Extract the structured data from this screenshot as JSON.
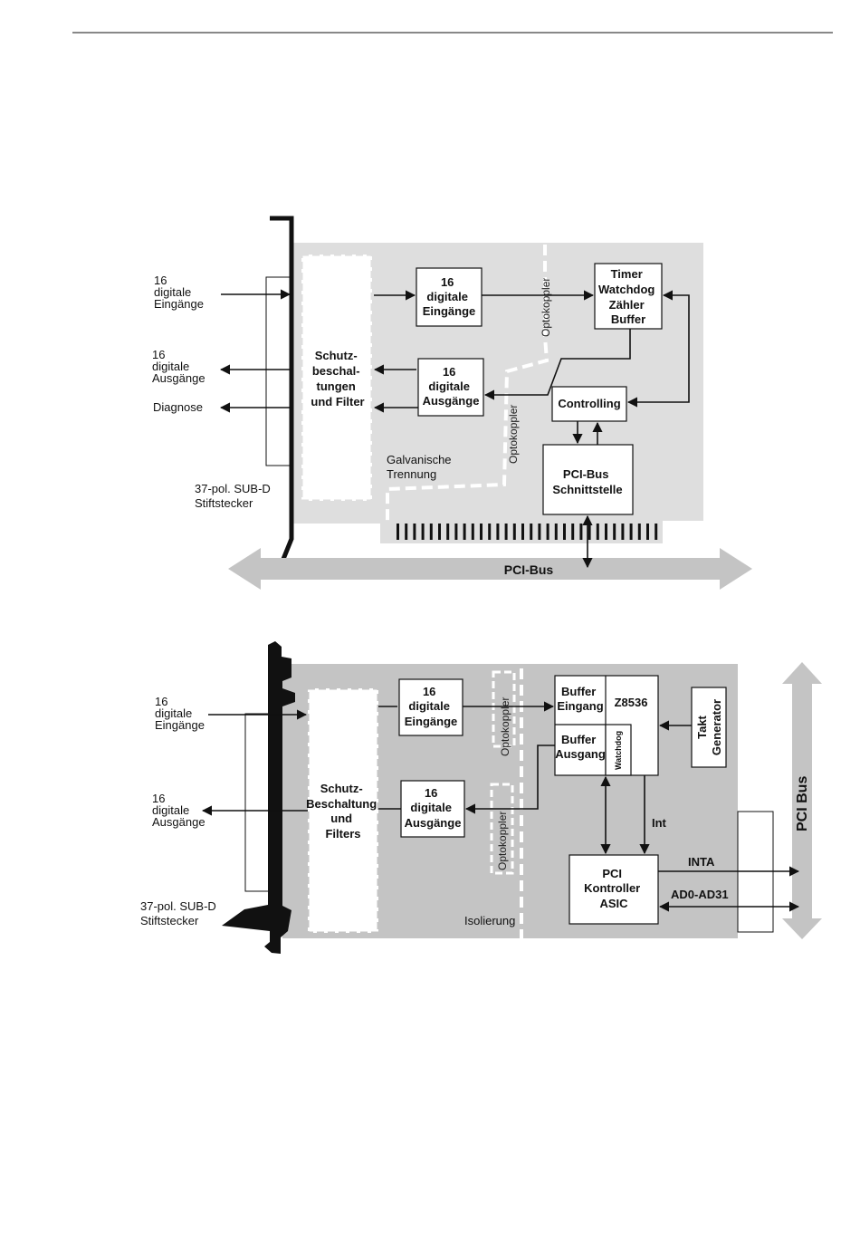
{
  "diagram1": {
    "inputs_label": [
      "16",
      "digitale",
      "Eingänge"
    ],
    "outputs_label": [
      "16",
      "digitale",
      "Ausgänge"
    ],
    "diagnose_label": "Diagnose",
    "connector_label": [
      "37-pol. SUB-D",
      "Stiftstecker"
    ],
    "protection_block": [
      "Schutz-",
      "beschal-",
      "tungen",
      "und Filter"
    ],
    "inputs_block": [
      "16",
      "digitale",
      "Eingänge"
    ],
    "outputs_block": [
      "16",
      "digitale",
      "Ausgänge"
    ],
    "optocoupler_top": "Optokoppler",
    "optocoupler_bottom": "Optokoppler",
    "timer_block": [
      "Timer",
      "Watchdog",
      "Zähler",
      "Buffer"
    ],
    "controlling_block": "Controlling",
    "pci_interface_block": [
      "PCI-Bus",
      "Schnittstelle"
    ],
    "isolation_label": [
      "Galvanische",
      "Trennung"
    ],
    "bus_label": "PCI-Bus"
  },
  "diagram2": {
    "inputs_label": [
      "16",
      "digitale",
      "Eingänge"
    ],
    "outputs_label": [
      "16",
      "digitale",
      "Ausgänge"
    ],
    "connector_label": [
      "37-pol. SUB-D",
      "Stiftstecker"
    ],
    "protection_block": [
      "Schutz-",
      "Beschaltung",
      "und",
      "Filters"
    ],
    "inputs_block": [
      "16",
      "digitale",
      "Eingänge"
    ],
    "outputs_block": [
      "16",
      "digitale",
      "Ausgänge"
    ],
    "optocoupler_top": "Optokoppler",
    "optocoupler_bottom": "Optokoppler",
    "buffer_in_block": [
      "Buffer",
      "Eingang"
    ],
    "z8536_label": "Z8536",
    "buffer_out_block": [
      "Buffer",
      "Ausgang"
    ],
    "watchdog_label": "Watchdog",
    "clock_block": [
      "Takt",
      "Generator"
    ],
    "int_label": "Int",
    "pci_controller_block": [
      "PCI",
      "Kontroller",
      "ASIC"
    ],
    "inta_label": "INTA",
    "ad_label": "AD0-AD31",
    "isolation_label": "Isolierung",
    "bus_label": "PCI  Bus"
  }
}
